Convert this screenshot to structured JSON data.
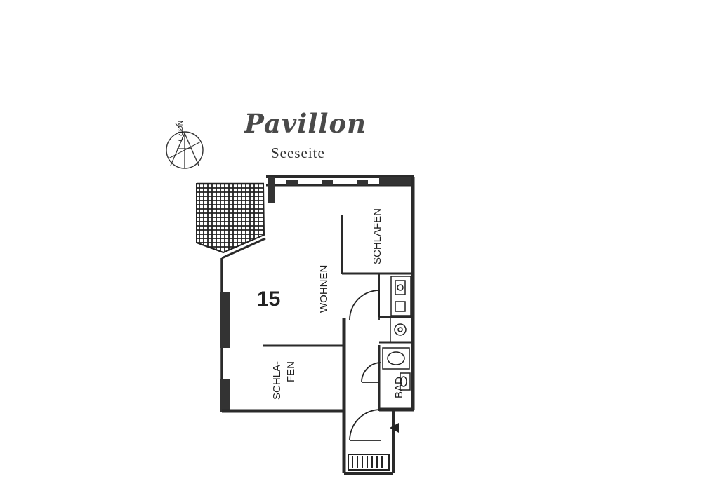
{
  "header": {
    "title": "Pavillon",
    "subtitle": "Seeseite"
  },
  "compass": {
    "label": "NORD",
    "icon": "north-arrow-icon"
  },
  "apartment": {
    "number": "15",
    "rooms": {
      "wohnen": "WOHNEN",
      "schlafen_top": "SCHLAFEN",
      "schlafen_bottom_line1": "SCHLA-",
      "schlafen_bottom_line2": "FEN",
      "bad": "BAD"
    }
  }
}
